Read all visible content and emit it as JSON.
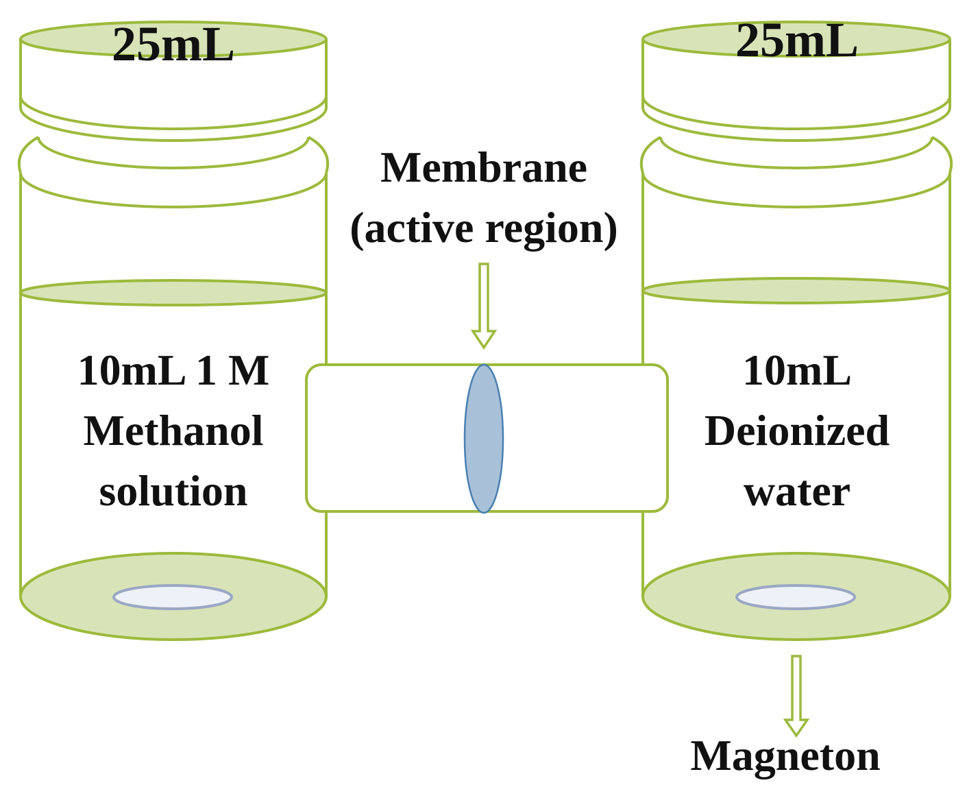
{
  "colors": {
    "outline": "#9cba3c",
    "fill": "#d8e4b8",
    "membrane_fill": "#a9c0d9",
    "membrane_stroke": "#4a80b0",
    "magnet_fill": "#eef1f7",
    "magnet_stroke": "#9aa7c4",
    "text": "#111111"
  },
  "left_bottle": {
    "volume_label": "25mL",
    "content_lines": [
      "10mL 1 M",
      "Methanol",
      "solution"
    ]
  },
  "right_bottle": {
    "volume_label": "25mL",
    "content_lines": [
      "10mL",
      "Deionized",
      "water"
    ]
  },
  "membrane": {
    "label_lines": [
      "Membrane",
      "(active region)"
    ]
  },
  "magneton": {
    "label": "Magneton"
  }
}
